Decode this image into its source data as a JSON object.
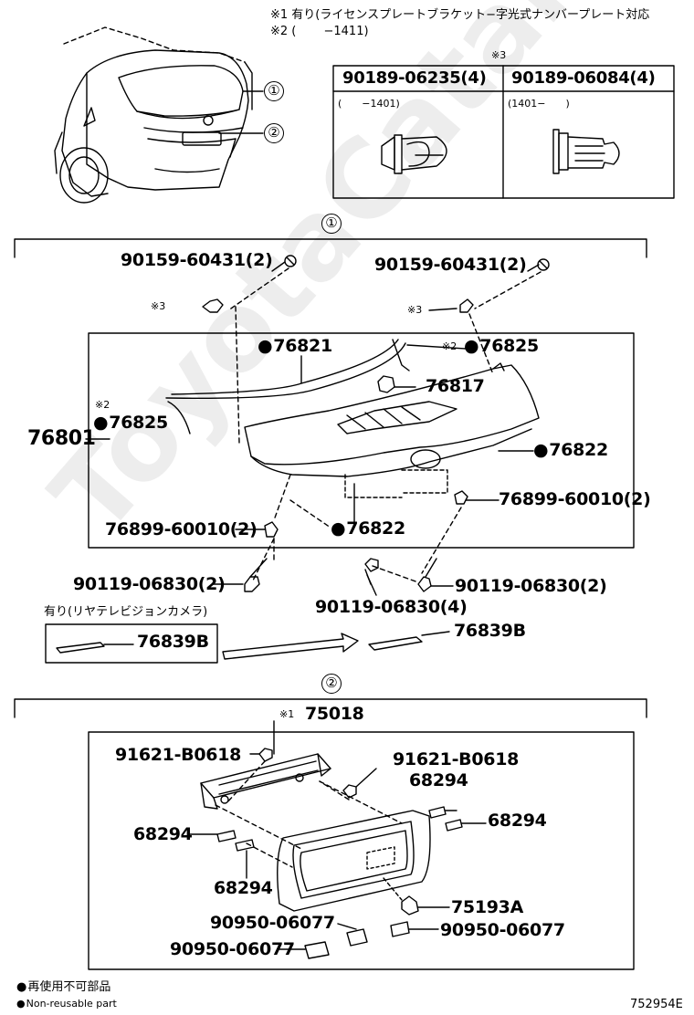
{
  "notes": {
    "note1": "※1 有り(ライセンスプレートブラケット−字光式ナンバープレート対応",
    "note2": "※2 (　　 −1411)"
  },
  "clip_table": {
    "mark": "※3",
    "col1": {
      "part": "90189-06235(4)",
      "range": "(　　−1401)"
    },
    "col2": {
      "part": "90189-06084(4)",
      "range": "(1401−　　)"
    }
  },
  "callouts": {
    "one": "①",
    "two": "②"
  },
  "section1": {
    "marker": "①",
    "labels": {
      "bolt_left": "90159-60431(2)",
      "bolt_right": "90159-60431(2)",
      "clip_mark_left": "※3",
      "clip_mark_right": "※3",
      "p76821": "76821",
      "p76825_top": "76825",
      "p76825_top_mark": "※2",
      "p76817": "76817",
      "p76825_left_mark": "※2",
      "p76825_left": "76825",
      "p76801": "76801",
      "p76822_right": "76822",
      "nut_right": "76899-60010(2)",
      "nut_left": "76899-60010(2)",
      "p76822_bottom": "76822",
      "screw_left": "90119-06830(2)",
      "screw_right": "90119-06830(2)",
      "screw_center": "90119-06830(4)"
    },
    "camera_option": "有り(リヤテレビジョンカメラ)",
    "camera_part_boxed": "76839B",
    "camera_part": "76839B"
  },
  "section2": {
    "marker": "②",
    "top_mark": "※1",
    "top_part": "75018",
    "labels": {
      "screw_left": "91621-B0618",
      "screw_right": "91621-B0618",
      "pad_top_right": "68294",
      "pad_mid_right": "68294",
      "pad_mid_left": "68294",
      "pad_bottom_left": "68294",
      "p75193a": "75193A",
      "cushion_center": "90950-06077",
      "cushion_right": "90950-06077",
      "cushion_left": "90950-06077"
    }
  },
  "legend": {
    "line1": "再使用不可部品",
    "line2": "Non-reusable part"
  },
  "diagram_id": "752954E",
  "watermark": "ToyotaCatalog.ru"
}
